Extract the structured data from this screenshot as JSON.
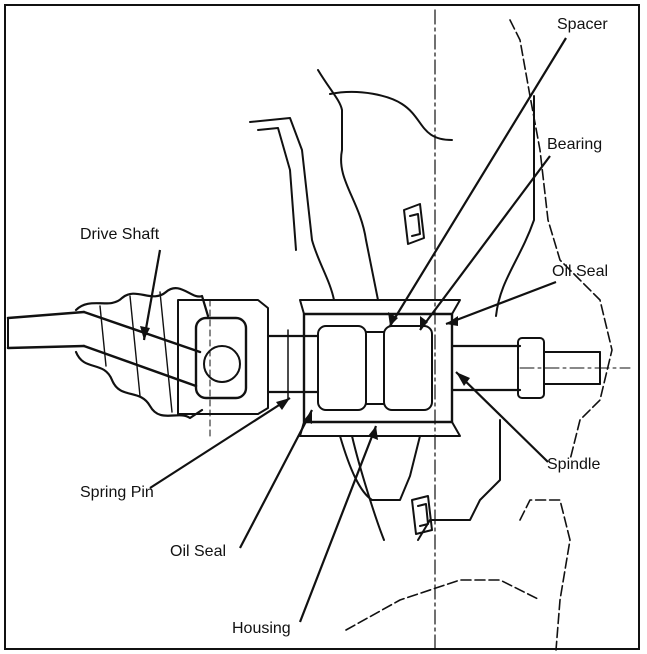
{
  "labels": {
    "spacer": "Spacer",
    "bearing": "Bearing",
    "oil_seal_top": "Oil Seal",
    "drive_shaft": "Drive Shaft",
    "spindle": "Spindle",
    "spring_pin": "Spring Pin",
    "oil_seal_bottom": "Oil Seal",
    "housing": "Housing"
  },
  "colors": {
    "ink": "#111111",
    "paper": "#ffffff"
  }
}
